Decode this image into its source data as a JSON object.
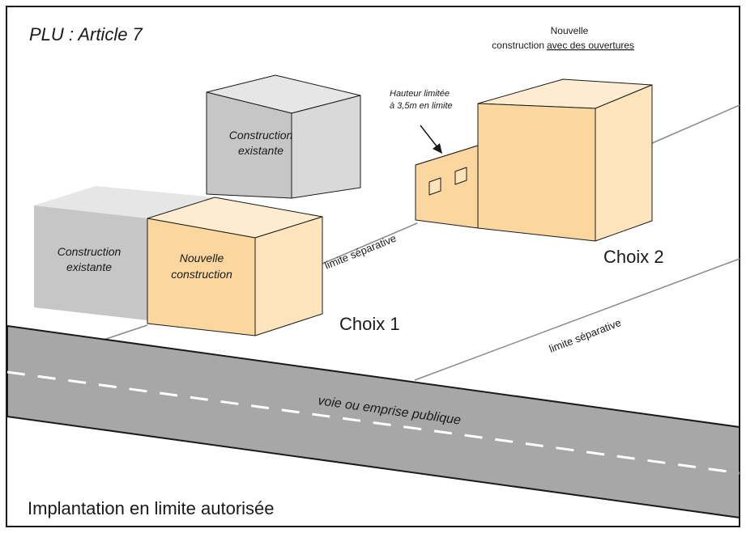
{
  "title": "PLU : Article 7",
  "caption": "Implantation en limite autorisée",
  "labels": {
    "existing_top_line1": "Construction",
    "existing_top_line2": "existante",
    "existing_left_line1": "Construction",
    "existing_left_line2": "existante",
    "new_line1": "Nouvelle",
    "new_line2": "construction",
    "choice1": "Choix 1",
    "choice2": "Choix 2",
    "limite_1": "limite séparative",
    "limite_2": "limite séparative",
    "road": "voie ou emprise publique",
    "height_note_line1": "Hauteur limitée",
    "height_note_line2": "à 3,5m en limite",
    "new_openings_line1": "Nouvelle",
    "new_openings_line2": "construction",
    "new_openings_underlined": "avec des ouvertures"
  },
  "colors": {
    "border": "#1a1a1a",
    "road": "#a7a7a7",
    "grey_front": "#c6c6c6",
    "grey_top": "#e6e6e6",
    "grey_side": "#d9d9d9",
    "orange_front": "#fbd79f",
    "orange_top": "#fdecd0",
    "orange_side": "#fde4bd",
    "line": "#8a8a8a"
  }
}
